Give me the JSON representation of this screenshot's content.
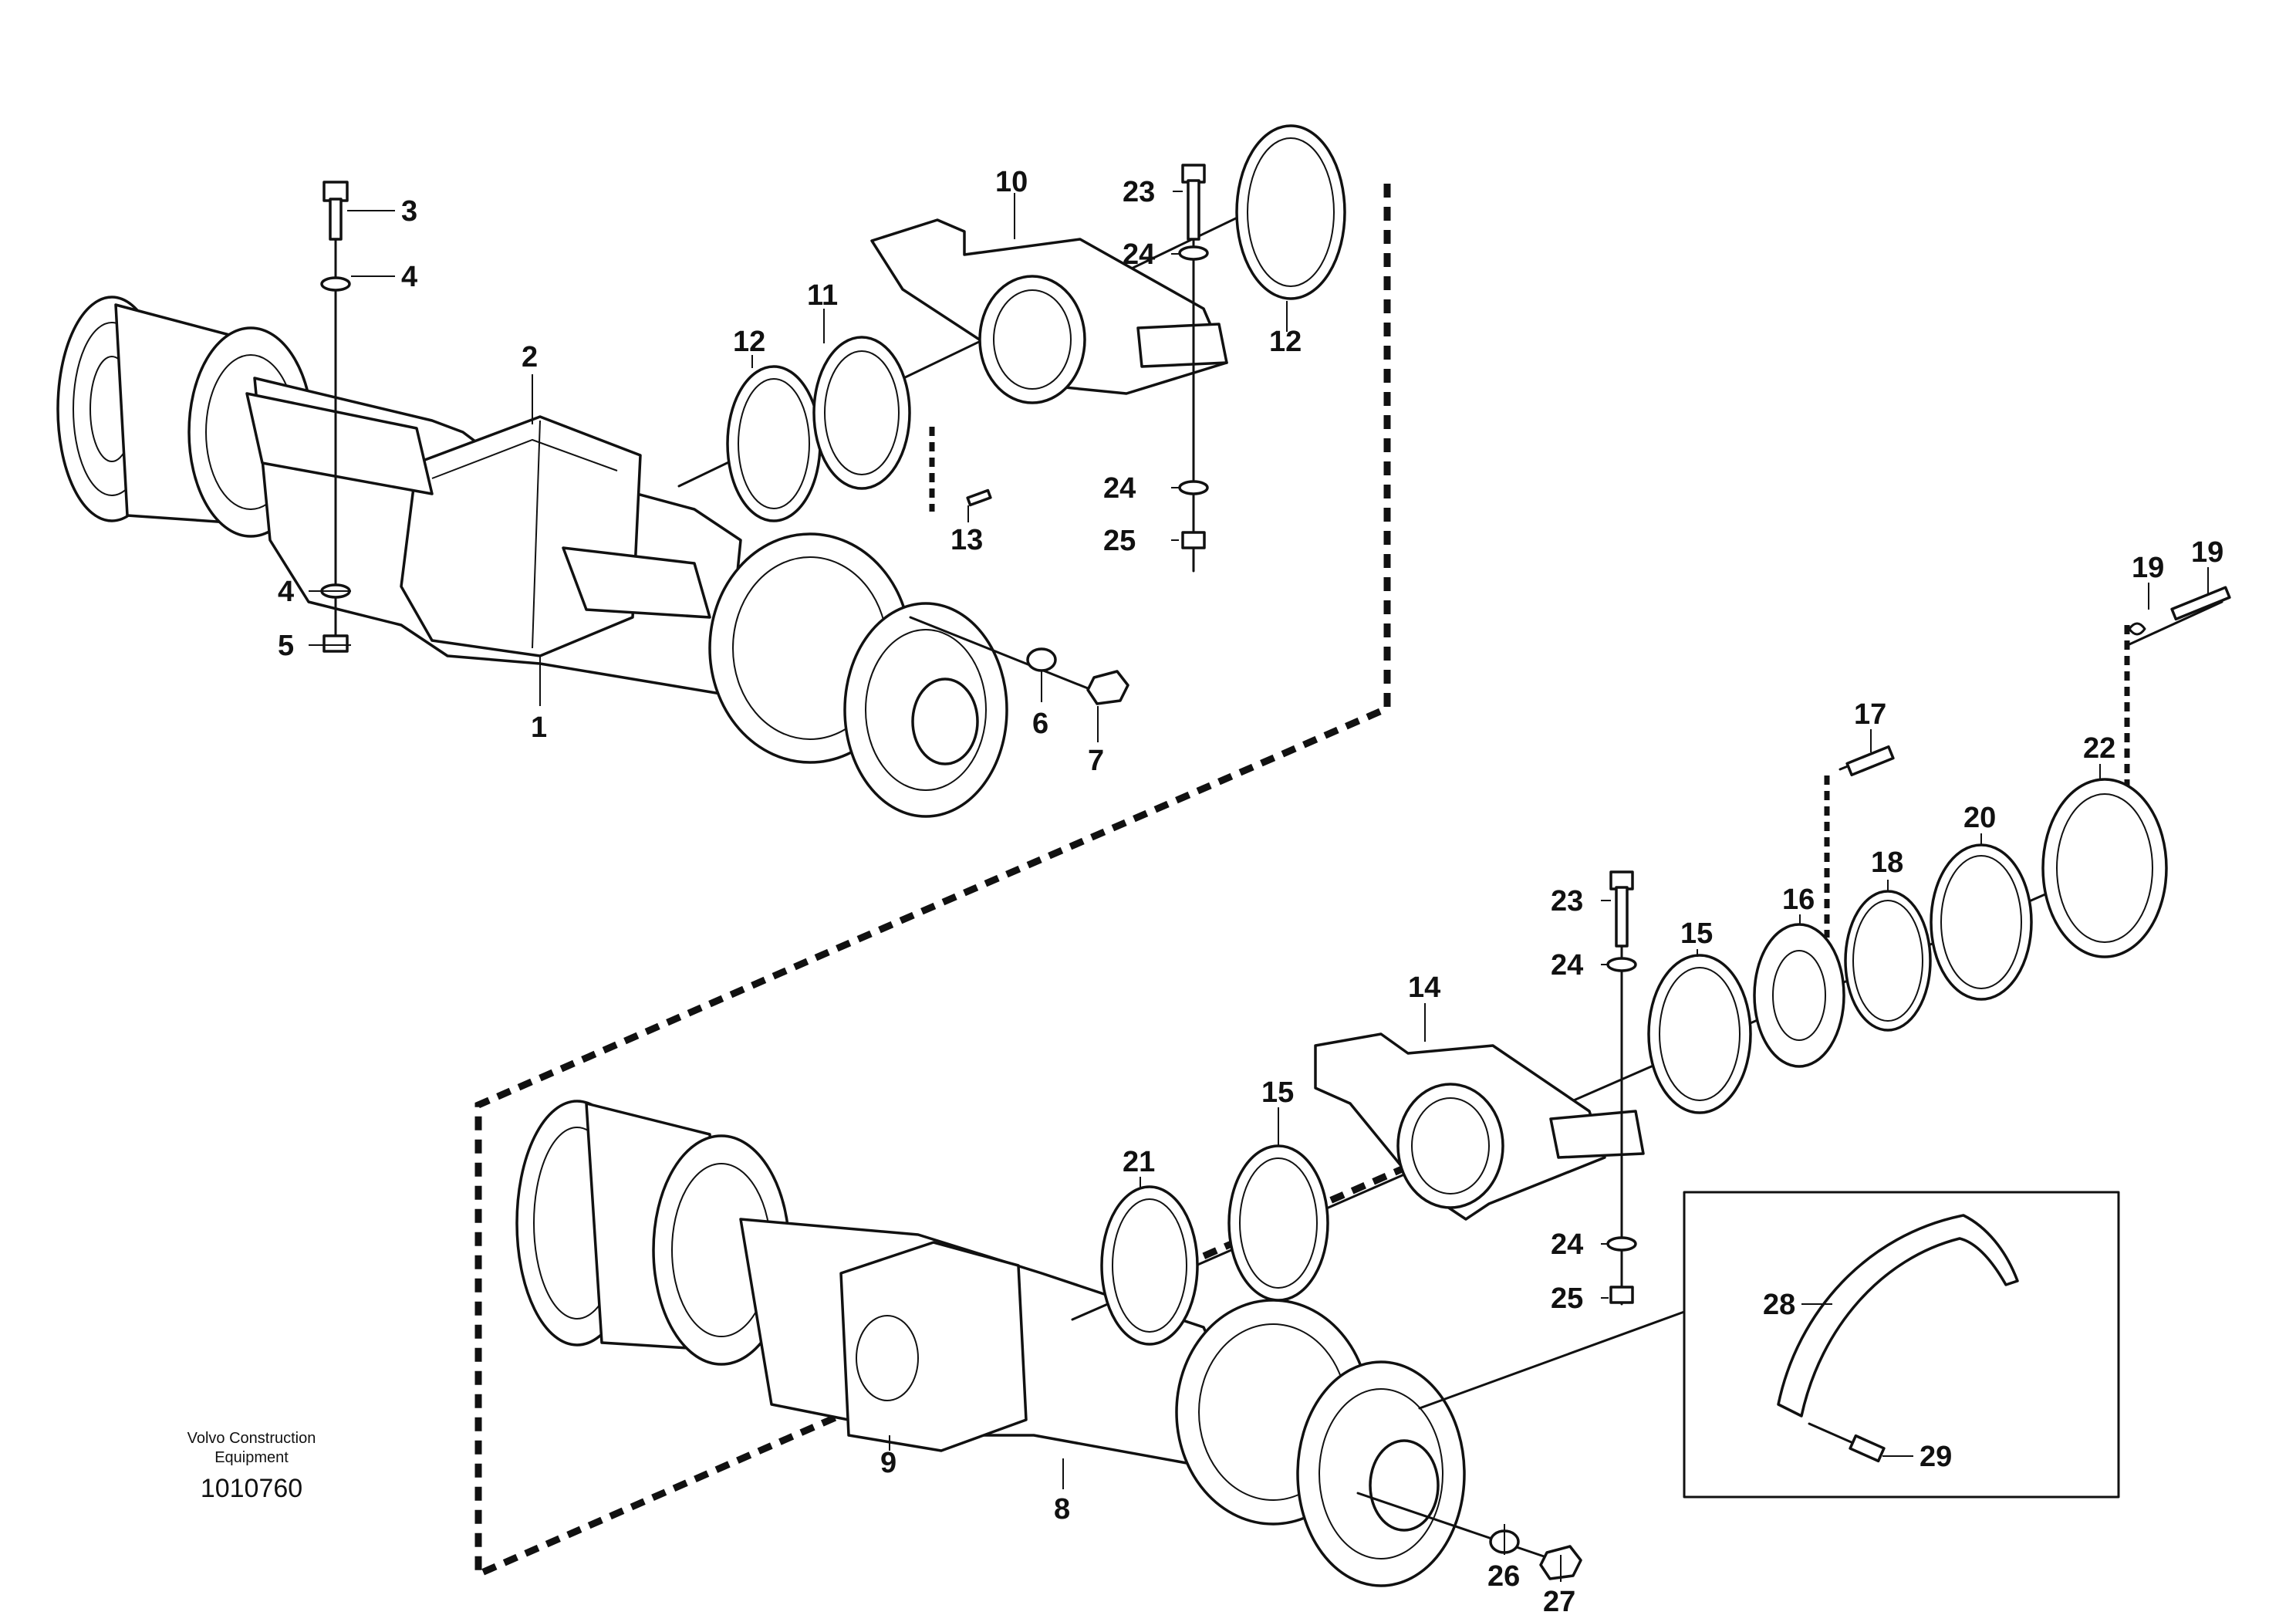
{
  "drawing": {
    "maker_line1": "Volvo Construction",
    "maker_line2": "Equipment",
    "drawing_number": "1010760"
  },
  "callouts": [
    {
      "id": "c1",
      "label": "1"
    },
    {
      "id": "c2",
      "label": "2"
    },
    {
      "id": "c3",
      "label": "3"
    },
    {
      "id": "c4a",
      "label": "4"
    },
    {
      "id": "c4b",
      "label": "4"
    },
    {
      "id": "c5",
      "label": "5"
    },
    {
      "id": "c6",
      "label": "6"
    },
    {
      "id": "c7",
      "label": "7"
    },
    {
      "id": "c8",
      "label": "8"
    },
    {
      "id": "c9",
      "label": "9"
    },
    {
      "id": "c10",
      "label": "10"
    },
    {
      "id": "c11",
      "label": "11"
    },
    {
      "id": "c12a",
      "label": "12"
    },
    {
      "id": "c12b",
      "label": "12"
    },
    {
      "id": "c13",
      "label": "13"
    },
    {
      "id": "c14",
      "label": "14"
    },
    {
      "id": "c15a",
      "label": "15"
    },
    {
      "id": "c15b",
      "label": "15"
    },
    {
      "id": "c16",
      "label": "16"
    },
    {
      "id": "c17",
      "label": "17"
    },
    {
      "id": "c18",
      "label": "18"
    },
    {
      "id": "c19a",
      "label": "19"
    },
    {
      "id": "c19b",
      "label": "19"
    },
    {
      "id": "c20",
      "label": "20"
    },
    {
      "id": "c21",
      "label": "21"
    },
    {
      "id": "c22",
      "label": "22"
    },
    {
      "id": "c23a",
      "label": "23"
    },
    {
      "id": "c23b",
      "label": "23"
    },
    {
      "id": "c24a",
      "label": "24"
    },
    {
      "id": "c24b",
      "label": "24"
    },
    {
      "id": "c24c",
      "label": "24"
    },
    {
      "id": "c24d",
      "label": "24"
    },
    {
      "id": "c25a",
      "label": "25"
    },
    {
      "id": "c25b",
      "label": "25"
    },
    {
      "id": "c26",
      "label": "26"
    },
    {
      "id": "c27",
      "label": "27"
    },
    {
      "id": "c28",
      "label": "28"
    },
    {
      "id": "c29",
      "label": "29"
    }
  ]
}
